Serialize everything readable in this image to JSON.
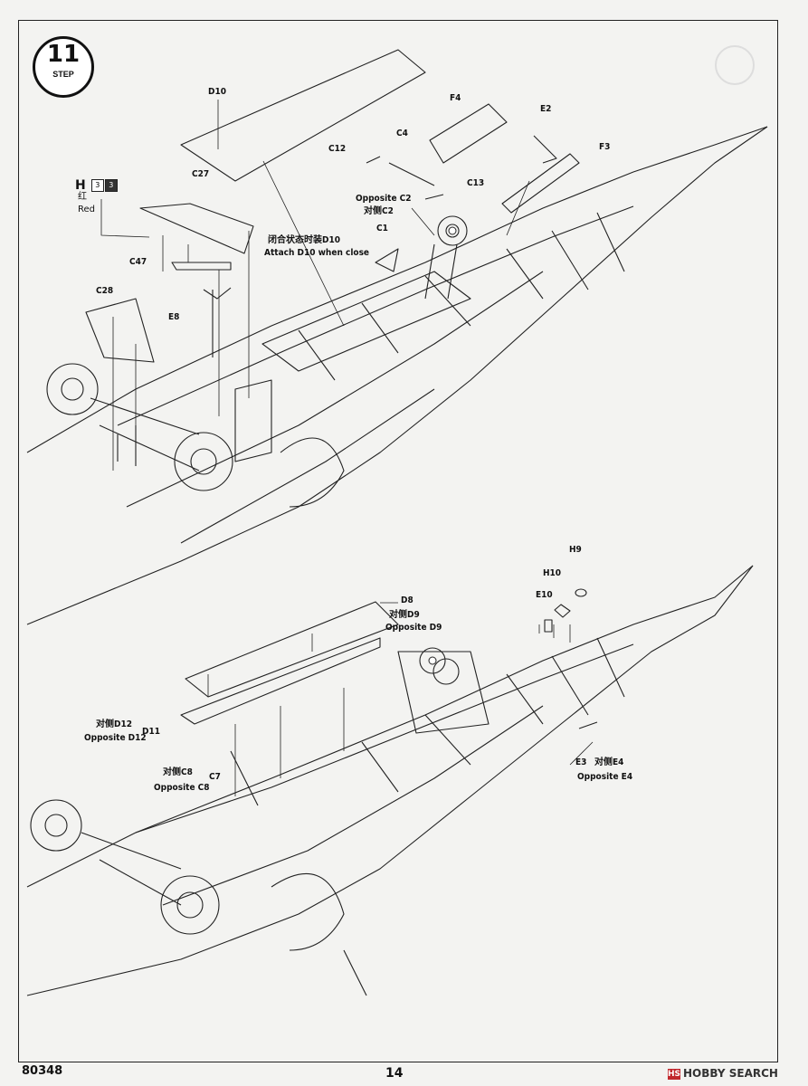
{
  "step": {
    "number": "11",
    "word": "STEP"
  },
  "paint": {
    "code": "H",
    "chips": [
      "3",
      "3"
    ],
    "chinese": "红",
    "english": "Red"
  },
  "upper_labels": {
    "d10": "D10",
    "f4": "F4",
    "e2": "E2",
    "f3": "F3",
    "c4": "C4",
    "c12": "C12",
    "c13": "C13",
    "c27": "C27",
    "c47": "C47",
    "e8": "E8",
    "c28": "C28",
    "c1": "C1",
    "opp_c2_en": "Opposite C2",
    "opp_c2_cn": "对侧C2",
    "attach_cn": "闭合状态时装D10",
    "attach_en": "Attach D10 when close"
  },
  "lower_labels": {
    "h9": "H9",
    "h10": "H10",
    "e10": "E10",
    "d8": "D8",
    "opp_d9_cn": "对侧D9",
    "opp_d9_en": "Opposite D9",
    "opp_d12_cn": "对侧D12",
    "opp_d12_en": "Opposite D12",
    "d11": "D11",
    "opp_c8_cn": "对侧C8",
    "c7": "C7",
    "opp_c8_en": "Opposite C8",
    "e3": "E3",
    "opp_e4_cn": "对侧E4",
    "opp_e4_en": "Opposite E4"
  },
  "footer": {
    "code": "80348",
    "page": "14",
    "watermark": "HOBBY SEARCH",
    "watermark_mark": "HS"
  }
}
